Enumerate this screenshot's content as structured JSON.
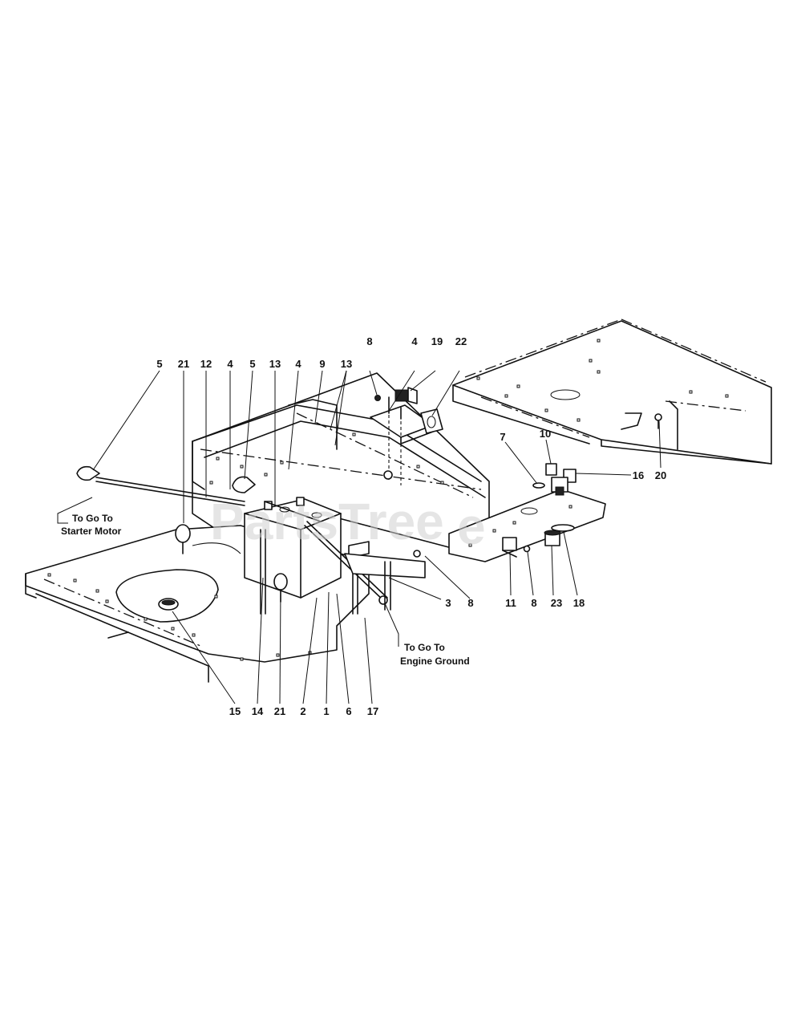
{
  "watermark": "PartsTree",
  "callouts": [
    "5",
    "21",
    "12",
    "4",
    "5",
    "13",
    "4",
    "9",
    "13",
    "8",
    "4",
    "19",
    "22",
    "7",
    "10",
    "16",
    "20",
    "3",
    "8",
    "11",
    "8",
    "23",
    "18",
    "15",
    "14",
    "21",
    "2",
    "1",
    "6",
    "17"
  ],
  "notes": {
    "starter": [
      "To Go To",
      "Starter Motor"
    ],
    "engine": [
      "To Go To",
      "Engine Ground"
    ]
  }
}
